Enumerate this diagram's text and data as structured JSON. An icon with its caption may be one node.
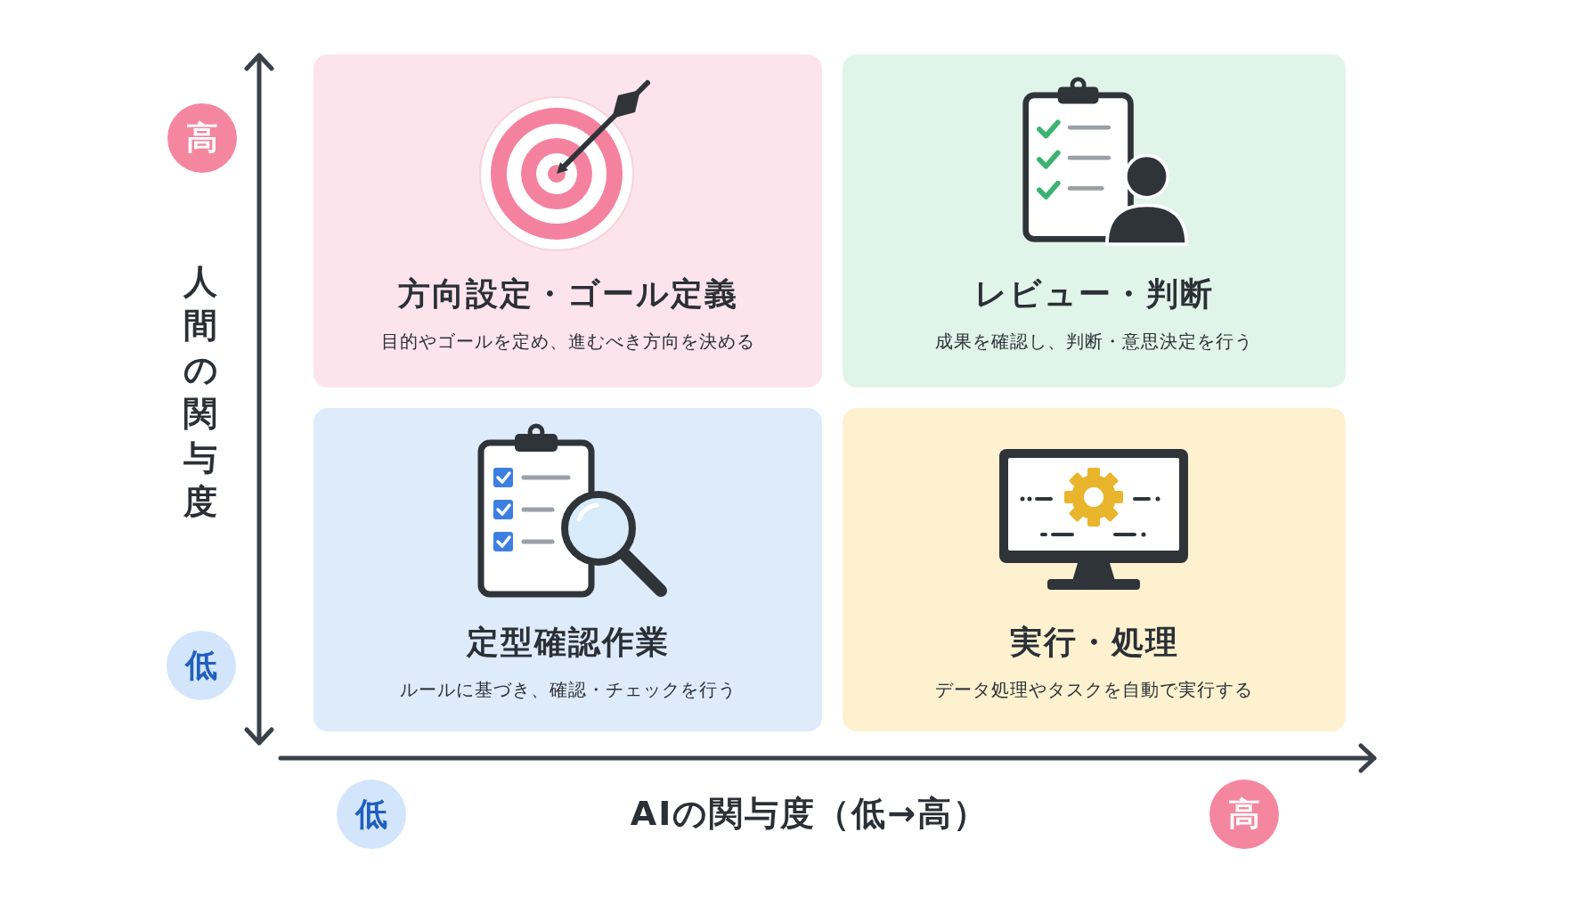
{
  "diagram": {
    "nodes": [
      {
        "text": [
          "高"
        ]
      },
      {
        "text": [
          "方向設定・ゴール定義",
          "目的やゴールを定め、進むべき方向を決める"
        ]
      },
      {
        "text": [
          "レビュー・判断",
          "成果を確認し、判断・意思決定を行う"
        ]
      },
      {
        "text": [
          "低"
        ]
      },
      {
        "text": [
          "定型確認作業",
          "ルールに基づき、確認・チェックを行う"
        ]
      },
      {
        "text": [
          "実行・処理",
          "データ処理やタスクを自動で実行する"
        ]
      },
      {
        "text": [
          "低"
        ]
      },
      {
        "text": [
          "高"
        ]
      }
    ],
    "labels": [
      "人間の関与度",
      "AIの関与度（低→高）"
    ]
  }
}
